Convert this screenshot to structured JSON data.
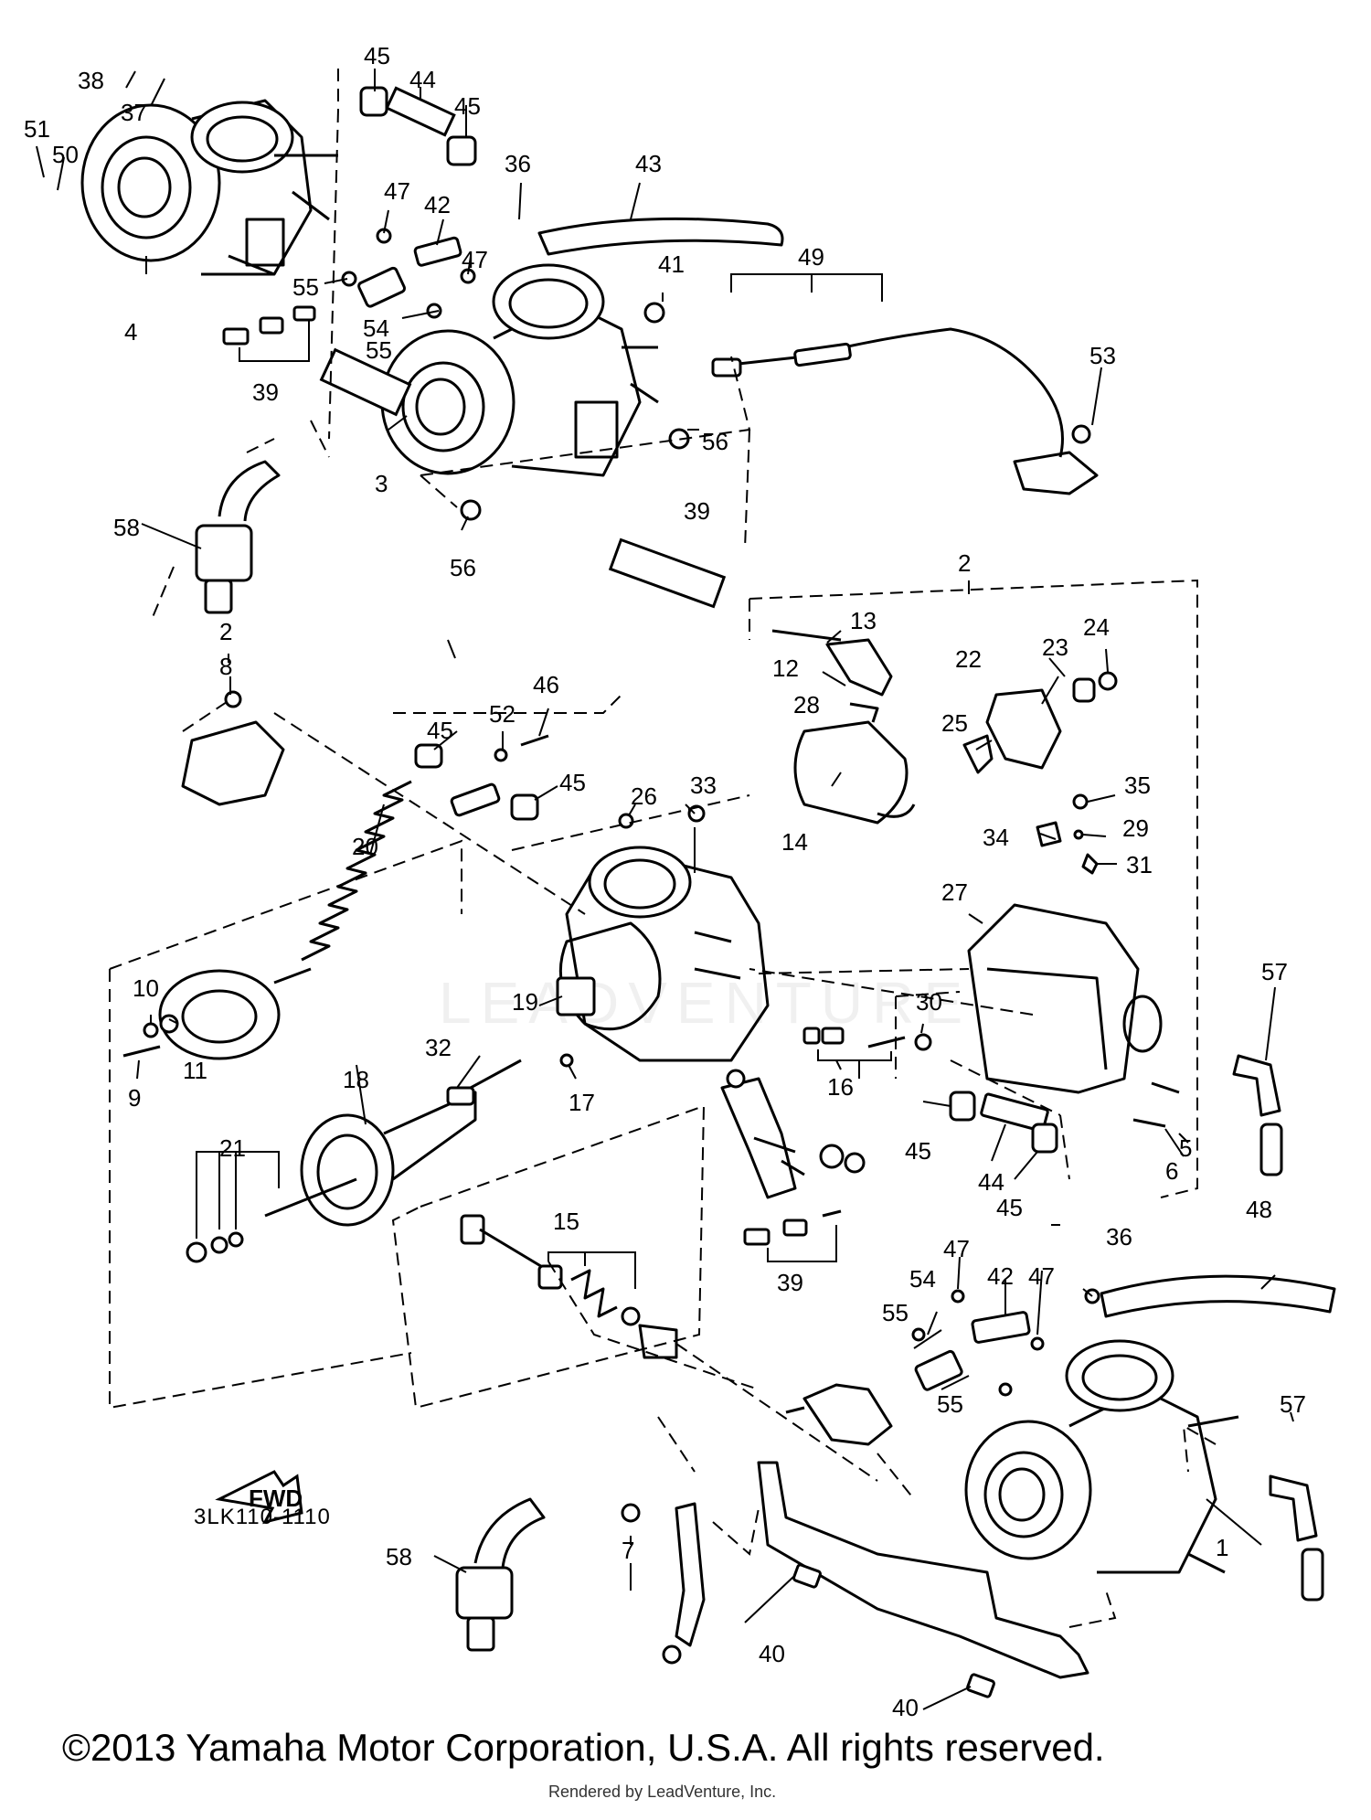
{
  "watermark": "LEADVENTURE",
  "diagram_code": "3LK110-1110",
  "fwd_marker": "FWD",
  "copyright": "©2013 Yamaha Motor Corporation, U.S.A. All rights reserved.",
  "rendered_by": "Rendered by LeadVenture, Inc.",
  "callouts": [
    "1",
    "2",
    "3",
    "4",
    "5",
    "6",
    "7",
    "8",
    "9",
    "10",
    "11",
    "12",
    "13",
    "14",
    "15",
    "16",
    "17",
    "18",
    "19",
    "20",
    "21",
    "22",
    "23",
    "24",
    "25",
    "26",
    "27",
    "28",
    "29",
    "30",
    "31",
    "32",
    "33",
    "34",
    "35",
    "36",
    "37",
    "38",
    "39",
    "40",
    "41",
    "42",
    "43",
    "44",
    "45",
    "46",
    "47",
    "48",
    "49",
    "50",
    "51",
    "52",
    "53",
    "54",
    "55",
    "56",
    "57",
    "58"
  ]
}
